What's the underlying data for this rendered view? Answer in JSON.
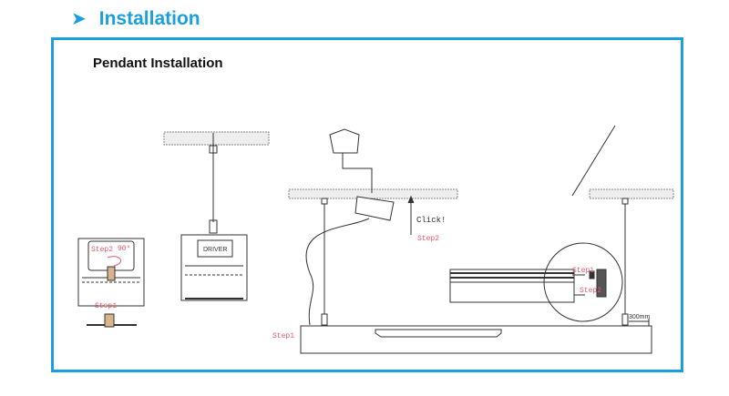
{
  "header": {
    "title": "Installation",
    "arrow_icon": "chevron-arrow-icon"
  },
  "section": {
    "title": "Pendant Installation"
  },
  "diagram": {
    "profile_step2": "Step2",
    "profile_angle": "90°",
    "profile_step1": "Step1",
    "driver_label": "DRIVER",
    "click_label": "Click!",
    "main_step2": "Step2",
    "main_step1": "Step1",
    "detail_step1": "Step1",
    "detail_step2": "Step2",
    "distance": "300mm"
  },
  "colors": {
    "accent": "#1a9fe0",
    "step": "#e05a6a"
  }
}
